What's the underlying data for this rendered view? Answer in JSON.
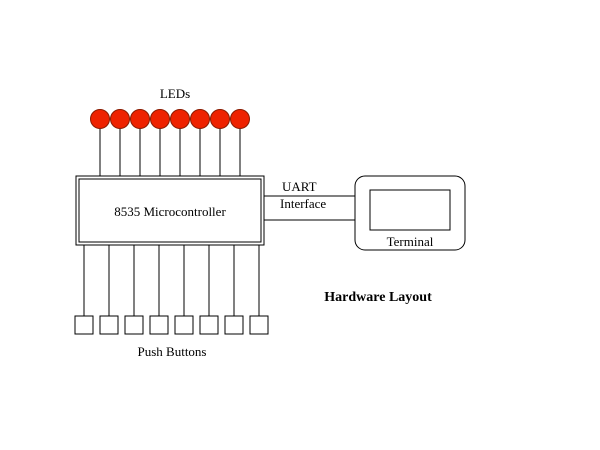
{
  "leds": {
    "label": "LEDs",
    "count": 8,
    "color": "#ee2200"
  },
  "microcontroller": {
    "label": "8535 Microcontroller"
  },
  "uart": {
    "line1": "UART",
    "line2": "Interface"
  },
  "terminal": {
    "label": "Terminal"
  },
  "push_buttons": {
    "label": "Push Buttons",
    "count": 8
  },
  "title": "Hardware Layout"
}
